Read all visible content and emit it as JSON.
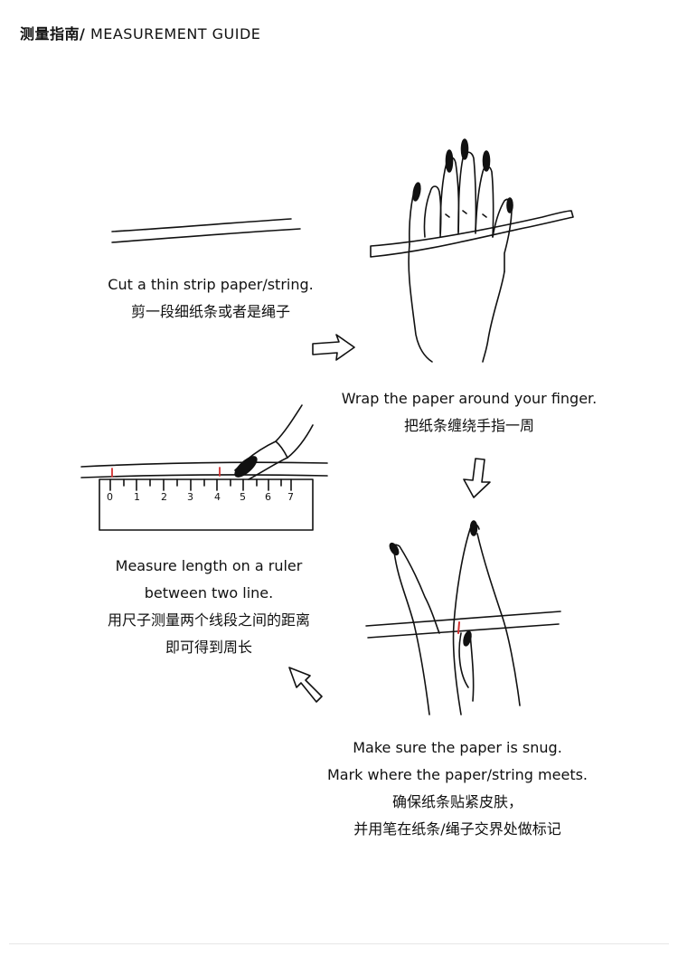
{
  "header": {
    "title_cn": "测量指南/",
    "title_en": " MEASUREMENT  GUIDE"
  },
  "steps": [
    {
      "en": "Cut a thin strip paper/string.",
      "cn": "剪一段细纸条或者是绳子"
    },
    {
      "en": "Wrap the paper around your finger.",
      "cn": "把纸条缠绕手指一周"
    },
    {
      "en_1": "Make sure the paper is snug.",
      "en_2": "Mark where the paper/string meets.",
      "cn_1": "确保纸条贴紧皮肤，",
      "cn_2": "并用笔在纸条/绳子交界处做标记"
    },
    {
      "en_1": "Measure length on a ruler",
      "en_2": "between two line.",
      "cn_1": "用尺子测量两个线段之间的距离",
      "cn_2": "即可得到周长"
    }
  ],
  "ruler": {
    "labels": [
      "0",
      "1",
      "2",
      "3",
      "4",
      "5",
      "6",
      "7"
    ]
  },
  "colors": {
    "ink": "#111111",
    "mark": "#d33030",
    "nail": "#111111"
  }
}
